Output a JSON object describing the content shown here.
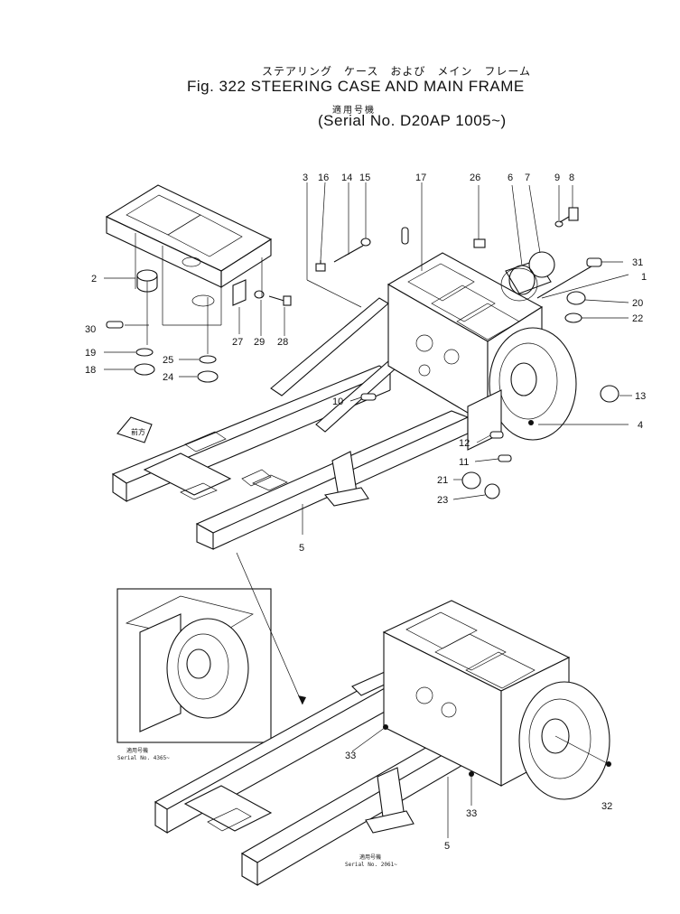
{
  "figure": {
    "title_jp": "ステアリング　ケース　および　メイン　フレーム",
    "title_en": "Fig. 322 STEERING CASE AND MAIN FRAME",
    "serial_jp": "適用号機",
    "serial_en": "(Serial No. D20AP 1005~)"
  },
  "direction_label": "前方",
  "insets": {
    "note_left_jp": "適用号機",
    "note_left_en": "Serial No. 4365~",
    "note_bottom_jp": "適用号機",
    "note_bottom_en": "Serial No. 2061~"
  },
  "callouts": {
    "c1": "1",
    "c2": "2",
    "c3": "3",
    "c4": "4",
    "c5a": "5",
    "c5b": "5",
    "c6": "6",
    "c7": "7",
    "c8": "8",
    "c9": "9",
    "c10": "10",
    "c11": "11",
    "c12": "12",
    "c13": "13",
    "c14": "14",
    "c15": "15",
    "c16": "16",
    "c17": "17",
    "c18": "18",
    "c19": "19",
    "c20": "20",
    "c21": "21",
    "c22": "22",
    "c23": "23",
    "c24": "24",
    "c25": "25",
    "c26": "26",
    "c27": "27",
    "c28": "28",
    "c29": "29",
    "c30": "30",
    "c31": "31",
    "c32": "32",
    "c33a": "33",
    "c33b": "33"
  }
}
